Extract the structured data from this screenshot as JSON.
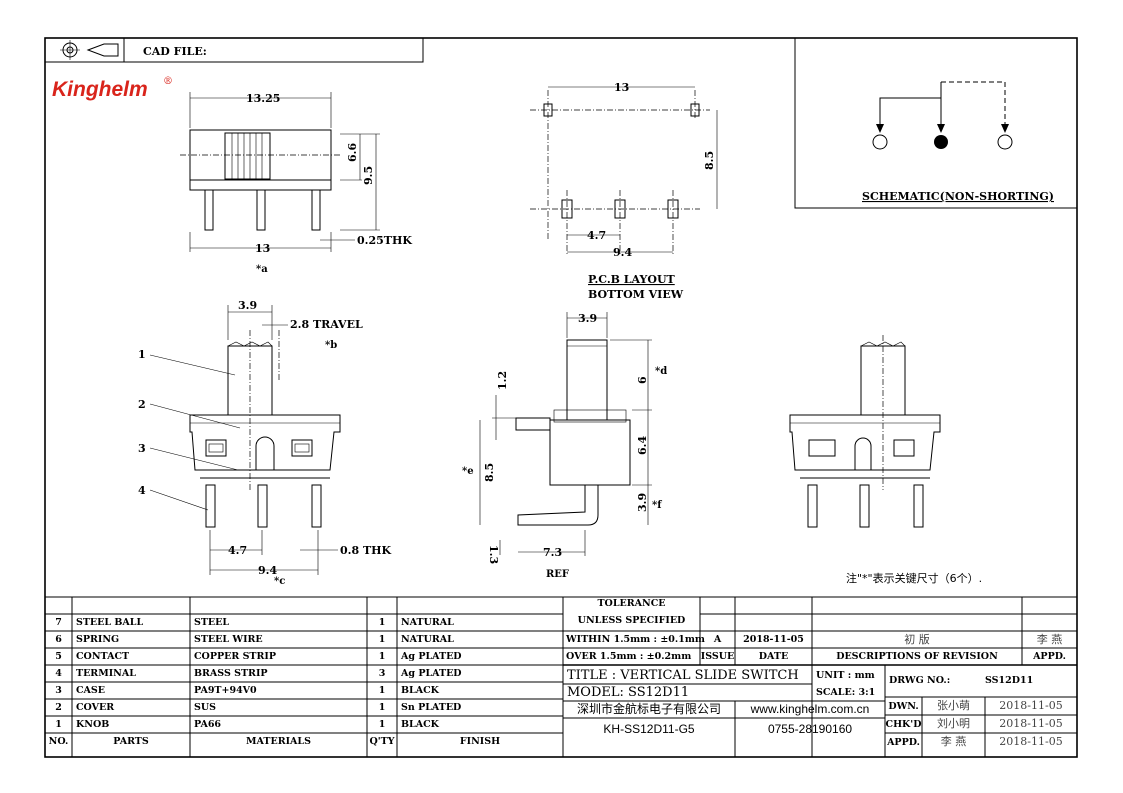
{
  "header": {
    "cad_file_label": "CAD FILE:",
    "logo": "Kinghelm",
    "registered": "®"
  },
  "views": {
    "top": {
      "width_top": "13.25",
      "h1": "6.6",
      "h2": "9.5",
      "thk": "0.25THK",
      "width_bottom": "13",
      "mark": "*a"
    },
    "pcb": {
      "width": "13",
      "height": "8.5",
      "pitch": "4.7",
      "span": "9.4",
      "title": "P.C.B LAYOUT",
      "subtitle": "BOTTOM VIEW"
    },
    "front": {
      "knob": "3.9",
      "travel": "2.8 TRAVEL",
      "mark_b": "*b",
      "callouts": [
        "1",
        "2",
        "3",
        "4"
      ],
      "pitch": "4.7",
      "thk": "0.8 THK",
      "span": "9.4",
      "mark_c": "*c"
    },
    "side": {
      "knob": "3.9",
      "d1": "1.2",
      "d2": "6",
      "mark_d": "*d",
      "d3": "6.4",
      "mark_e": "*e",
      "d4": "8.5",
      "d5": "3.9",
      "mark_f": "*f",
      "d6": "1.3",
      "d7": "7.3",
      "ref": "REF"
    },
    "note": "注\"*\"表示关键尺寸（6个）."
  },
  "schematic": {
    "title": "SCHEMATIC(NON-SHORTING)"
  },
  "bom": {
    "headers": {
      "no": "NO.",
      "parts": "PARTS",
      "materials": "MATERIALS",
      "qty": "Q'TY",
      "finish": "FINISH"
    },
    "rows": [
      {
        "no": "7",
        "part": "STEEL BALL",
        "material": "STEEL",
        "qty": "1",
        "finish": "NATURAL"
      },
      {
        "no": "6",
        "part": "SPRING",
        "material": "STEEL WIRE",
        "qty": "1",
        "finish": "NATURAL"
      },
      {
        "no": "5",
        "part": "CONTACT",
        "material": "COPPER STRIP",
        "qty": "1",
        "finish": "Ag PLATED"
      },
      {
        "no": "4",
        "part": "TERMINAL",
        "material": "BRASS STRIP",
        "qty": "3",
        "finish": "Ag PLATED"
      },
      {
        "no": "3",
        "part": "CASE",
        "material": "PA9T+94V0",
        "qty": "1",
        "finish": "BLACK"
      },
      {
        "no": "2",
        "part": "COVER",
        "material": "SUS",
        "qty": "1",
        "finish": "Sn PLATED"
      },
      {
        "no": "1",
        "part": "KNOB",
        "material": "PA66",
        "qty": "1",
        "finish": "BLACK"
      }
    ]
  },
  "tolerance": {
    "title1": "TOLERANCE",
    "title2": "UNLESS  SPECIFIED",
    "within": "WITHIN  1.5mm : ±0.1mm",
    "over": "OVER   1.5mm : ±0.2mm"
  },
  "revision": {
    "issue": "A",
    "date": "2018-11-05",
    "description": "初  版",
    "appd": "李 燕",
    "issue_label": "ISSUE",
    "date_label": "DATE",
    "desc_label": "DESCRIPTIONS OF REVISION",
    "appd_label": "APPD."
  },
  "title_block": {
    "title": "TITLE : VERTICAL SLIDE SWITCH",
    "unit": "UNIT : mm",
    "drwg_label": "DRWG NO.:",
    "drwg_no": "SS12D11",
    "model": "MODEL: SS12D11",
    "scale": "SCALE: 3:1",
    "company": "深圳市金航标电子有限公司",
    "website": "www.kinghelm.com.cn",
    "doc_no": "KH-SS12D11-G5",
    "phone": "0755-28190160",
    "dwn_label": "DWN.",
    "dwn_name": "张小萌",
    "dwn_date": "2018-11-05",
    "chk_label": "CHK'D",
    "chk_name": "刘小明",
    "chk_date": "2018-11-05",
    "appd_label": "APPD.",
    "appd_name": "李 燕",
    "appd_date": "2018-11-05"
  }
}
